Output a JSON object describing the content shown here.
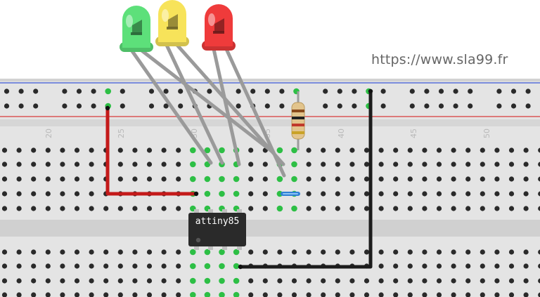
{
  "watermark": "https://www.sla99.fr",
  "breadboard": {
    "column_labels": [
      "20",
      "25",
      "30",
      "35",
      "40",
      "45",
      "50"
    ]
  },
  "chip": {
    "label": "attiny85"
  },
  "leds": [
    {
      "name": "green-led",
      "color": "#5de07a"
    },
    {
      "name": "yellow-led",
      "color": "#f7e35a"
    },
    {
      "name": "red-led",
      "color": "#ef3b3b"
    }
  ],
  "colors": {
    "board": "#e4e4e4",
    "rail_blue": "#3b57d6",
    "rail_red": "#d63b3b",
    "hole_active": "#2dbf45",
    "wire_red": "#c41a1a",
    "wire_black": "#1c1c1c",
    "led_leg": "#9a9a9a",
    "jumper": "#2e7fd6"
  }
}
